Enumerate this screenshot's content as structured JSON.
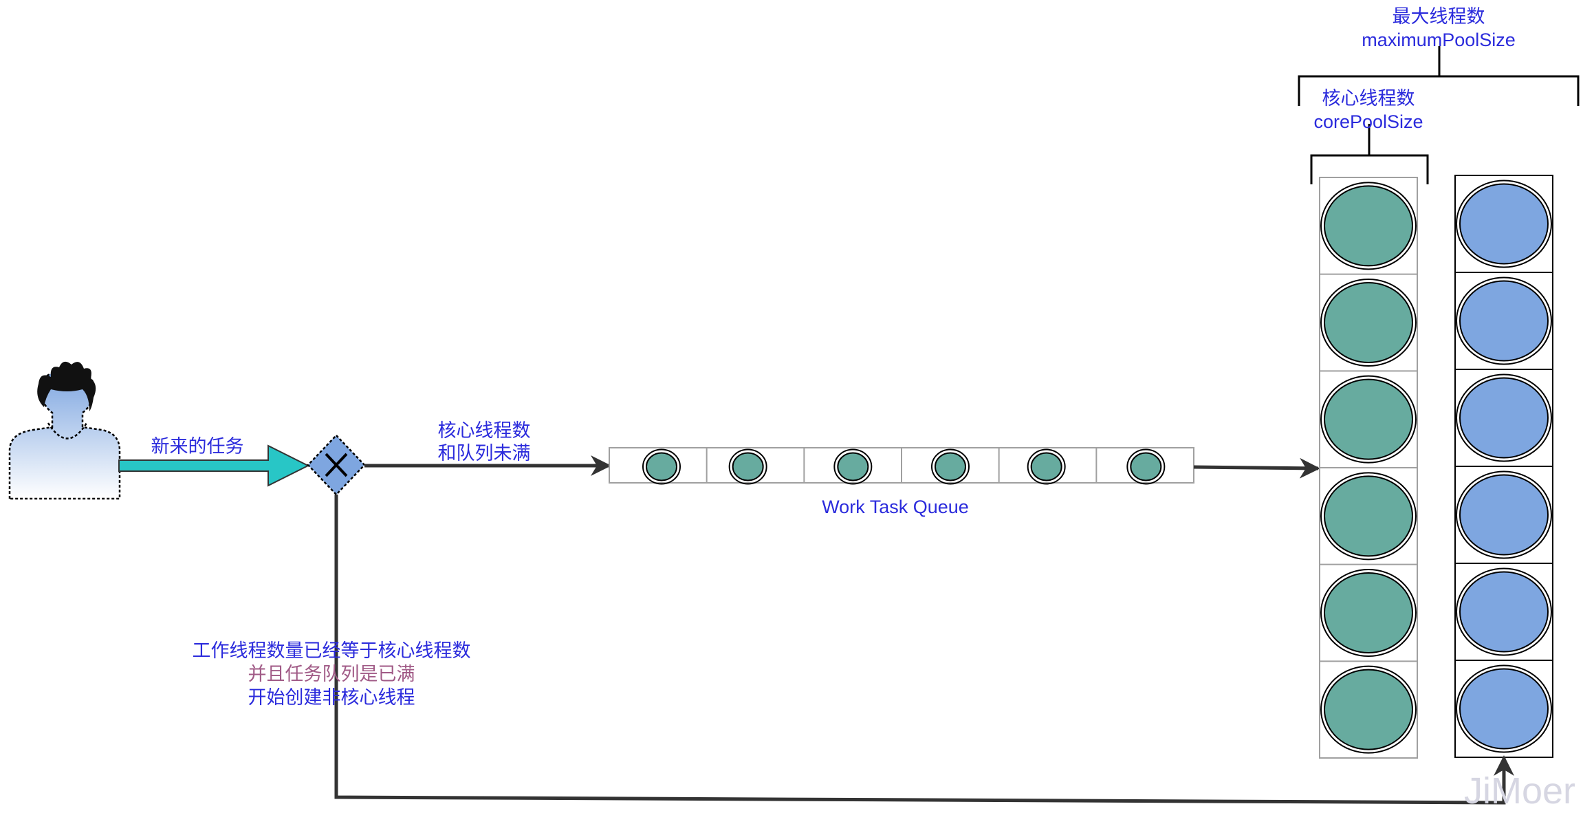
{
  "labels": {
    "new_task": "新来的任务",
    "queue_condition_line1": "核心线程数",
    "queue_condition_line2": "和队列未满",
    "queue_name": "Work Task Queue",
    "noncore_line1": "工作线程数量已经等于核心线程数",
    "noncore_line2": "并且任务队列是已满",
    "noncore_line3": "开始创建非核心线程",
    "core_pool_title": "核心线程数",
    "core_pool_param": "corePoolSize",
    "max_pool_title": "最大线程数",
    "max_pool_param": "maximumPoolSize",
    "watermark": "JiMoer"
  },
  "queue": {
    "task_count": 6
  },
  "core_threads": {
    "count": 6
  },
  "noncore_threads": {
    "count": 6
  },
  "colors": {
    "label_text": "#2b2bdc",
    "label_highlight": "#a05a86",
    "task_fill": "#67ab9f",
    "core_thread_fill": "#67ab9f",
    "noncore_thread_fill": "#7ea6e0",
    "incoming_arrow": "#28c6c6",
    "gateway_fill": "#7ea6e0",
    "connector": "#333333"
  },
  "icons": {
    "requester": "person-icon",
    "gateway": "exclusive-gateway-icon"
  }
}
